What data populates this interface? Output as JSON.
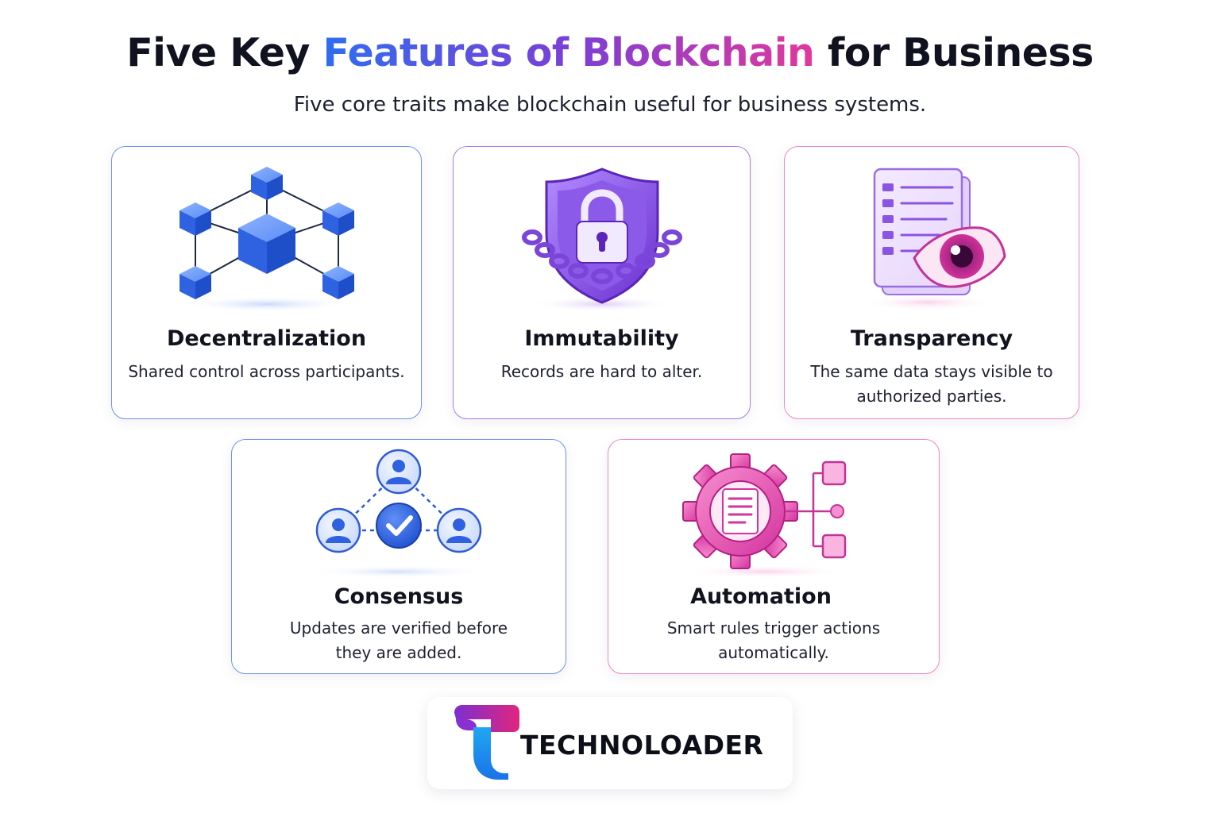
{
  "header": {
    "title_part1": "Five Key ",
    "title_highlight": "Features of Blockchain",
    "title_part2": " for Business",
    "subtitle": "Five core traits make blockchain useful for business systems."
  },
  "features": [
    {
      "title": "Decentralization",
      "description": "Shared control across participants.",
      "icon": "network-cubes-icon",
      "accent": "#2f6df0"
    },
    {
      "title": "Immutability",
      "description": "Records are hard to alter.",
      "icon": "shield-lock-chain-icon",
      "accent": "#7b3fd6"
    },
    {
      "title": "Transparency",
      "description": "The same data stays visible to authorized parties.",
      "icon": "document-eye-icon",
      "accent": "#e2389c"
    },
    {
      "title": "Consensus",
      "description": "Updates are verified before they are added.",
      "icon": "users-check-icon",
      "accent": "#2f6df0"
    },
    {
      "title": "Automation",
      "description": "Smart rules trigger actions automatically.",
      "icon": "gear-workflow-icon",
      "accent": "#e2389c"
    }
  ],
  "brand": {
    "name": "TECHNOLOADER",
    "logo_icon": "technoloader-logo-icon"
  },
  "colors": {
    "blue": "#2f6df0",
    "purple": "#7b3fd6",
    "pink": "#e2389c",
    "text": "#10121f"
  }
}
